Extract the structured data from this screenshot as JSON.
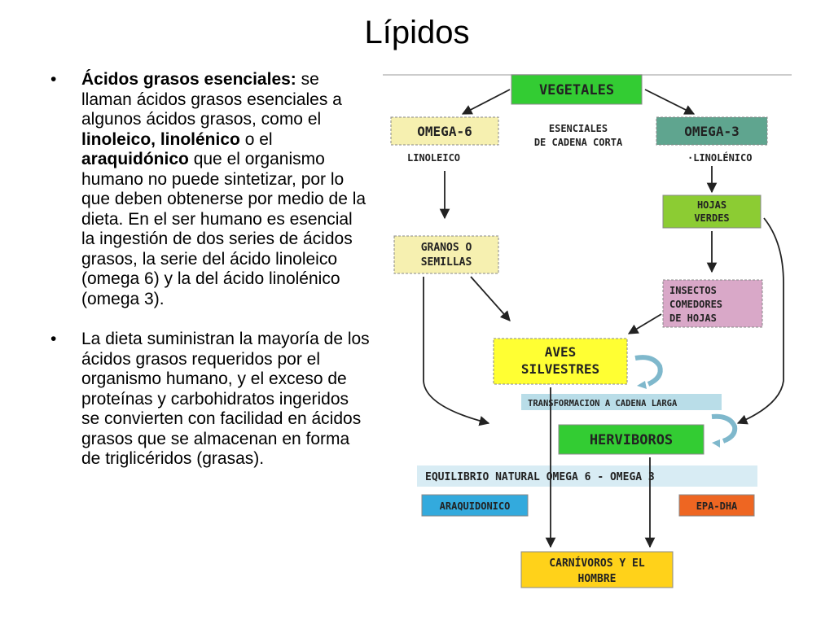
{
  "slide": {
    "title": "Lípidos"
  },
  "bullets": [
    {
      "bold1": "Ácidos grasos esenciales:",
      "text1": " se llaman ácidos grasos esenciales a algunos ácidos grasos, como el ",
      "bold2": "linoleico, linolénico",
      "text2": " o el ",
      "bold3": "araquidónico",
      "text3": " que el organismo humano no puede sintetizar, por lo que deben obtenerse por medio de la dieta. En el ser humano es esencial la ingestión de dos series de ácidos grasos, la serie del ácido linoleico (omega 6) y la del ácido linolénico (omega 3)."
    },
    {
      "text": "La dieta suministran la mayoría de los ácidos grasos requeridos por el organismo humano, y el exceso de proteínas y carbohidratos ingeridos se convierten con facilidad en ácidos grasos que se almacenan en forma de triglicéridos (grasas)."
    }
  ],
  "bullet_symbol": "•",
  "diagram": {
    "vegetales": "VEGETALES",
    "omega6": "OMEGA-6",
    "omega3": "OMEGA-3",
    "esenciales_1": "ESENCIALES",
    "esenciales_2": "DE CADENA CORTA",
    "linoleico": "LINOLEICO",
    "linolenico": "·LINOLÉNICO",
    "hojas_1": "HOJAS",
    "hojas_2": "VERDES",
    "granos_1": "GRANOS  O",
    "granos_2": "SEMILLAS",
    "insectos_1": "INSECTOS",
    "insectos_2": "COMEDORES",
    "insectos_3": "DE  HOJAS",
    "aves_1": "AVES",
    "aves_2": "SILVESTRES",
    "transformacion": "TRANSFORMACION A CADENA LARGA",
    "herviboros": "HERVIBOROS",
    "equilibrio": "EQUILIBRIO NATURAL OMEGA 6 - OMEGA 3",
    "araquidonico": "ARAQUIDONICO",
    "epa": "EPA-DHA",
    "carnivoros_1": "CARNÍVOROS Y EL",
    "carnivoros_2": "HOMBRE",
    "colors": {
      "green": "#33cc33",
      "pale_yellow": "#f6f0b0",
      "teal": "#5fa58f",
      "lime": "#8ccc33",
      "pink": "#d9a8c8",
      "yellow": "#ffff33",
      "blue": "#33aadd",
      "orange": "#ee6622",
      "band": "#d8ecf4"
    }
  }
}
